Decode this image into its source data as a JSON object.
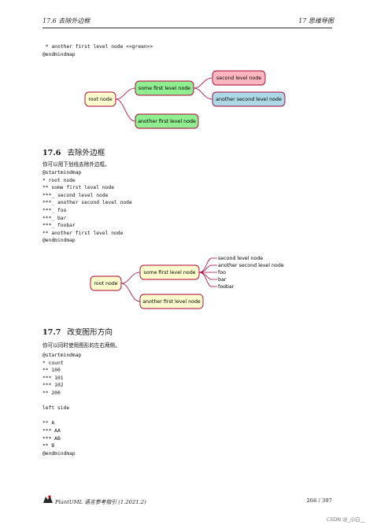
{
  "header": {
    "left": "17.6   去除外边框",
    "right": "17   思维导图"
  },
  "code_top": [
    " * another first level node <<green>>",
    "@endmindmap"
  ],
  "mindmap1": {
    "root": "root node",
    "first_upper": "some first level node",
    "second_a": "second level node",
    "second_b": "another second level node",
    "first_lower": "another first level node",
    "colors": {
      "root": "#fefece",
      "green": "#90ee90",
      "pink": "#ffb6c1",
      "blue": "#add8e6",
      "border": "#a80036"
    }
  },
  "section1": {
    "number": "17.6",
    "title": "去除外边框",
    "text": "你可以用下划线去除外边框。",
    "code": [
      "@startmindmap",
      "* root node",
      "** some first level node",
      "***_ second level node",
      "***_ another second level node",
      "***_ foo",
      "***_ bar",
      "***_ foobar",
      "** another first level node",
      "@endmindmap"
    ]
  },
  "mindmap2": {
    "root": "root node",
    "first_upper": "some first level node",
    "leaves": [
      "second level node",
      "another second level node",
      "foo",
      "bar",
      "foobar"
    ],
    "first_lower": "another first level node"
  },
  "section2": {
    "number": "17.7",
    "title": "改变图形方向",
    "text": "你可以同时使用图形的左右两侧。",
    "code": [
      "@startmindmap",
      "* count",
      "** 100",
      "*** 101",
      "*** 102",
      "** 200",
      "",
      "left side",
      "",
      "** A",
      "*** AA",
      "*** AB",
      "** B",
      "@endmindmap"
    ]
  },
  "footer": {
    "title": "PlantUML 语言参考指引 (1.2021.2)",
    "page": "266 / 397"
  },
  "watermark": "CSDN @_小白__"
}
